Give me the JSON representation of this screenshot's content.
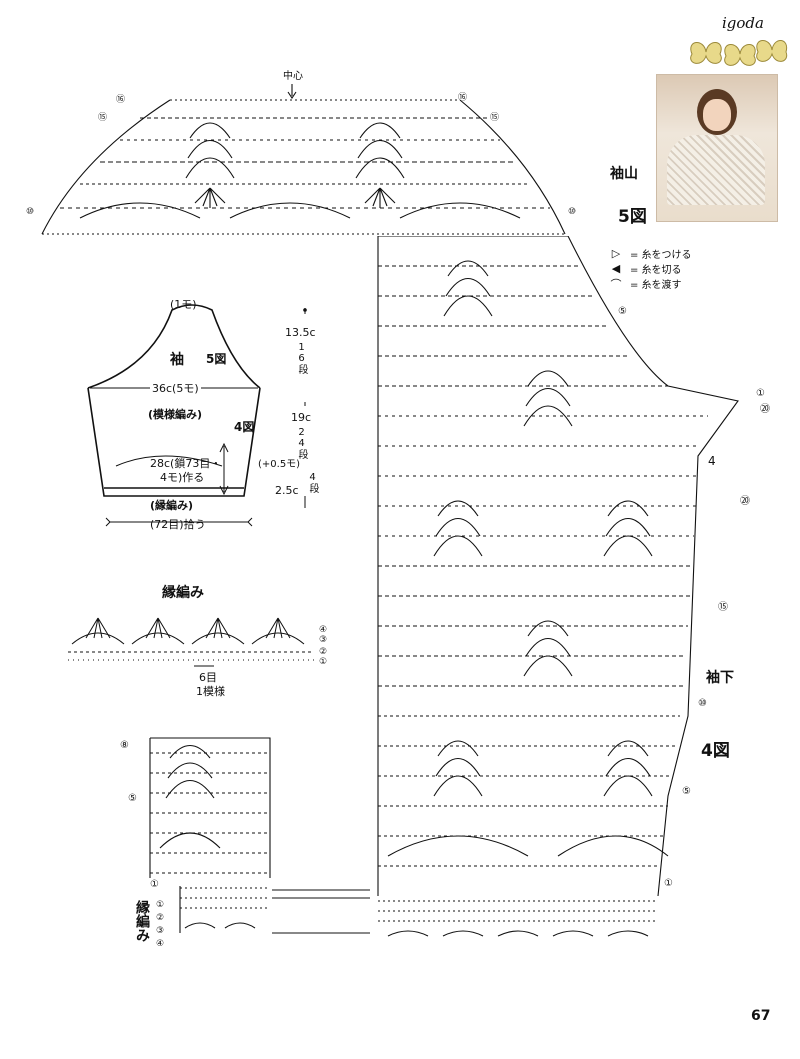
{
  "brand": "igoda",
  "page_number": "67",
  "sleeve_cap": {
    "label": "袖山",
    "figure": "5図",
    "center_label": "中心",
    "row_markers": [
      "⑯",
      "⑮",
      "⑩",
      "⑤",
      "①",
      "⑳"
    ]
  },
  "legend": {
    "items": [
      {
        "symbol": "▷",
        "text": "= 糸をつける"
      },
      {
        "symbol": "◀",
        "text": "= 糸を切る"
      },
      {
        "symbol": "⌒",
        "text": "= 糸を渡す"
      }
    ]
  },
  "schematic": {
    "top_label": "(1モ)",
    "sleeve_label": "袖",
    "sleeve_fig": "5図",
    "width_label": "36c(5モ)",
    "pattern_label": "(模様編み)",
    "pattern_fig": "4図",
    "base_label_1": "28c(鎖73目・",
    "base_label_2": "4モ)作る",
    "edge_label": "(縁編み)",
    "pickup_label": "(72目)拾う",
    "dim_13_5": "13.5c",
    "rows_16": "16段",
    "dim_19": "19c",
    "rows_24": "24段",
    "inc_label": "(+0.5モ)",
    "dim_2_5": "2.5c",
    "rows_4": "4段"
  },
  "edging": {
    "title": "縁編み",
    "repeat_stitches": "6目",
    "repeat_label": "1模様",
    "row_markers": [
      "④",
      "③",
      "②",
      "①"
    ]
  },
  "sleeve_bottom": {
    "label": "袖下",
    "figure": "4図",
    "row_markers": [
      "⑳",
      "⑮",
      "⑩",
      "⑤",
      "①"
    ],
    "side_markers": [
      "④",
      "⑧",
      "⑤",
      "①"
    ],
    "edging_label": "縁編み",
    "edge_rows": [
      "①",
      "②",
      "③",
      "④"
    ],
    "count_4": "4"
  }
}
